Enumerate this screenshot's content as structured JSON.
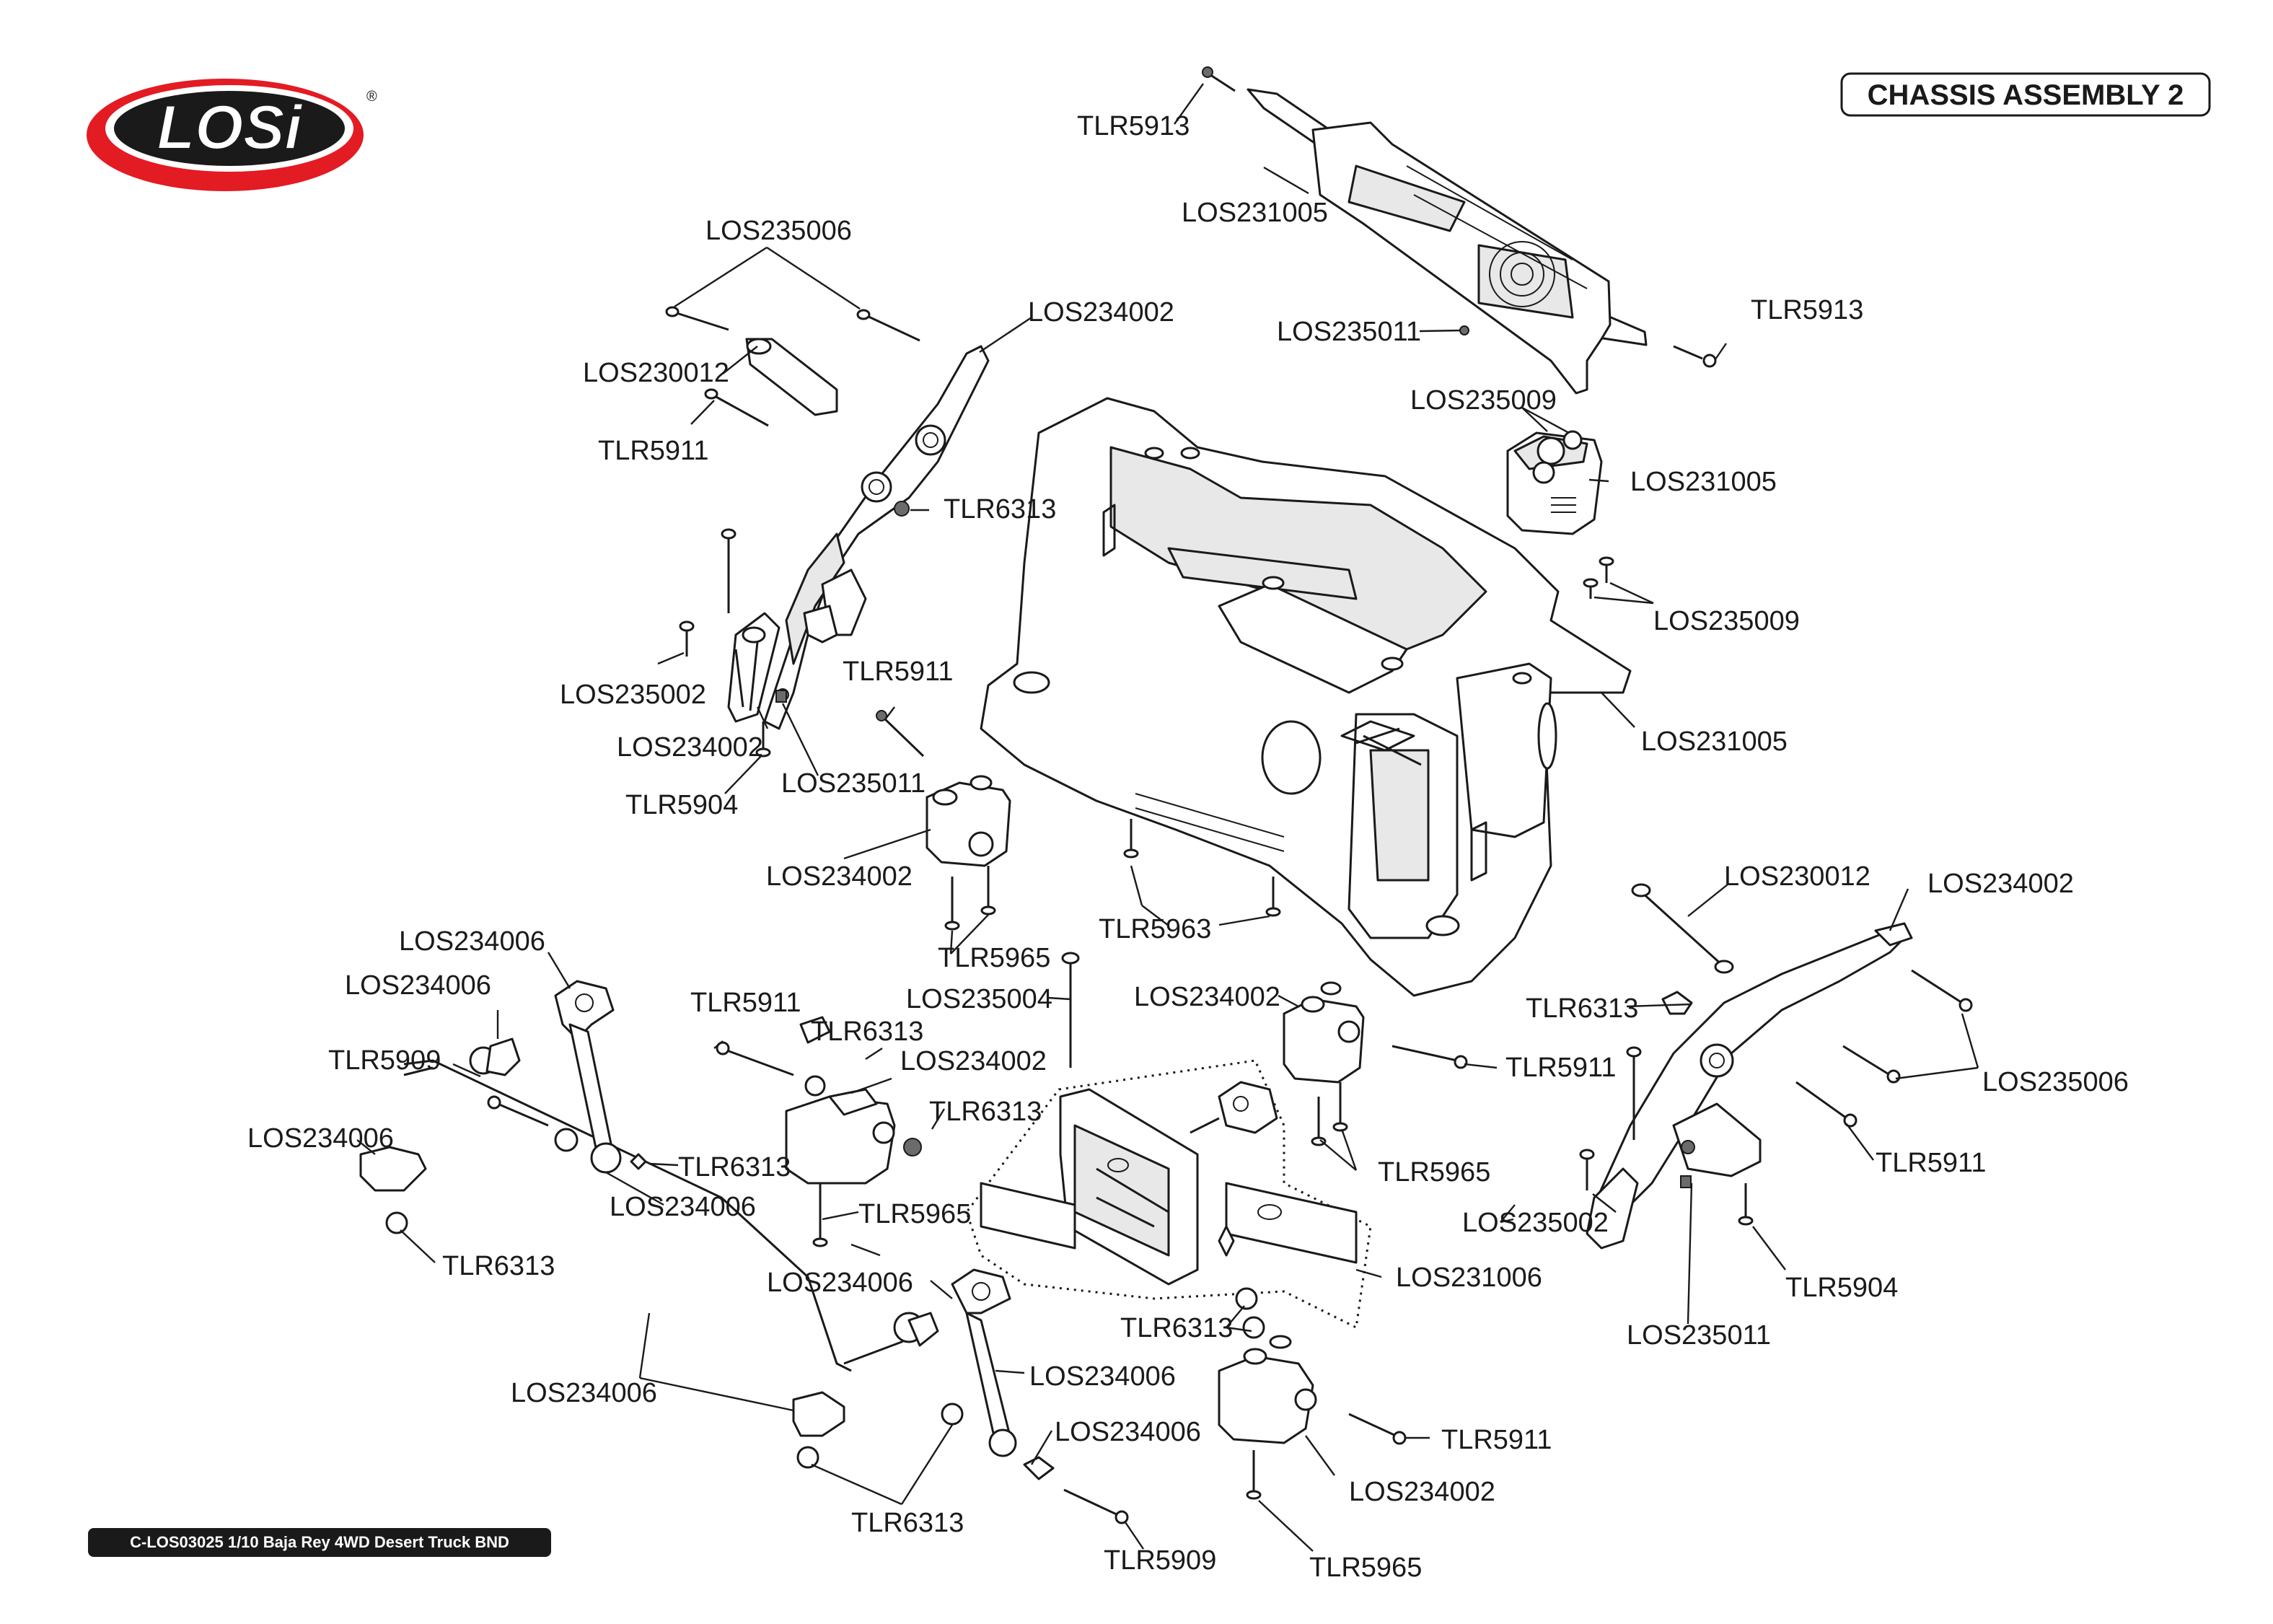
{
  "brand": {
    "logo_text": "LOSi",
    "registered": "®",
    "accent": "#e31b23"
  },
  "title": "CHASSIS ASSEMBLY 2",
  "footer": "C-LOS03025 1/10 Baja Rey 4WD Desert Truck BND",
  "callouts": [
    "TLR5913",
    "LOS231005",
    "LOS235006",
    "LOS234002",
    "LOS235011",
    "TLR5913",
    "LOS230012",
    "LOS235009",
    "TLR5911",
    "LOS231005",
    "TLR6313",
    "LOS235009",
    "LOS235002",
    "TLR5911",
    "LOS231005",
    "LOS234002",
    "LOS235011",
    "TLR5904",
    "LOS234002",
    "LOS230012",
    "LOS234002",
    "TLR5963",
    "LOS234006",
    "TLR5965",
    "LOS234006",
    "LOS235004",
    "LOS234002",
    "TLR5911",
    "TLR6313",
    "TLR5909",
    "TLR6313",
    "LOS234002",
    "TLR5911",
    "LOS235006",
    "TLR6313",
    "LOS234006",
    "TLR6313",
    "LOS234006",
    "TLR5965",
    "TLR5965",
    "TLR5911",
    "LOS235002",
    "TLR6313",
    "TLR5904",
    "LOS231006",
    "LOS234006",
    "LOS235011",
    "TLR6313",
    "LOS234006",
    "LOS234006",
    "LOS234006",
    "TLR5911",
    "LOS234002",
    "TLR6313",
    "TLR5909",
    "TLR5965"
  ]
}
